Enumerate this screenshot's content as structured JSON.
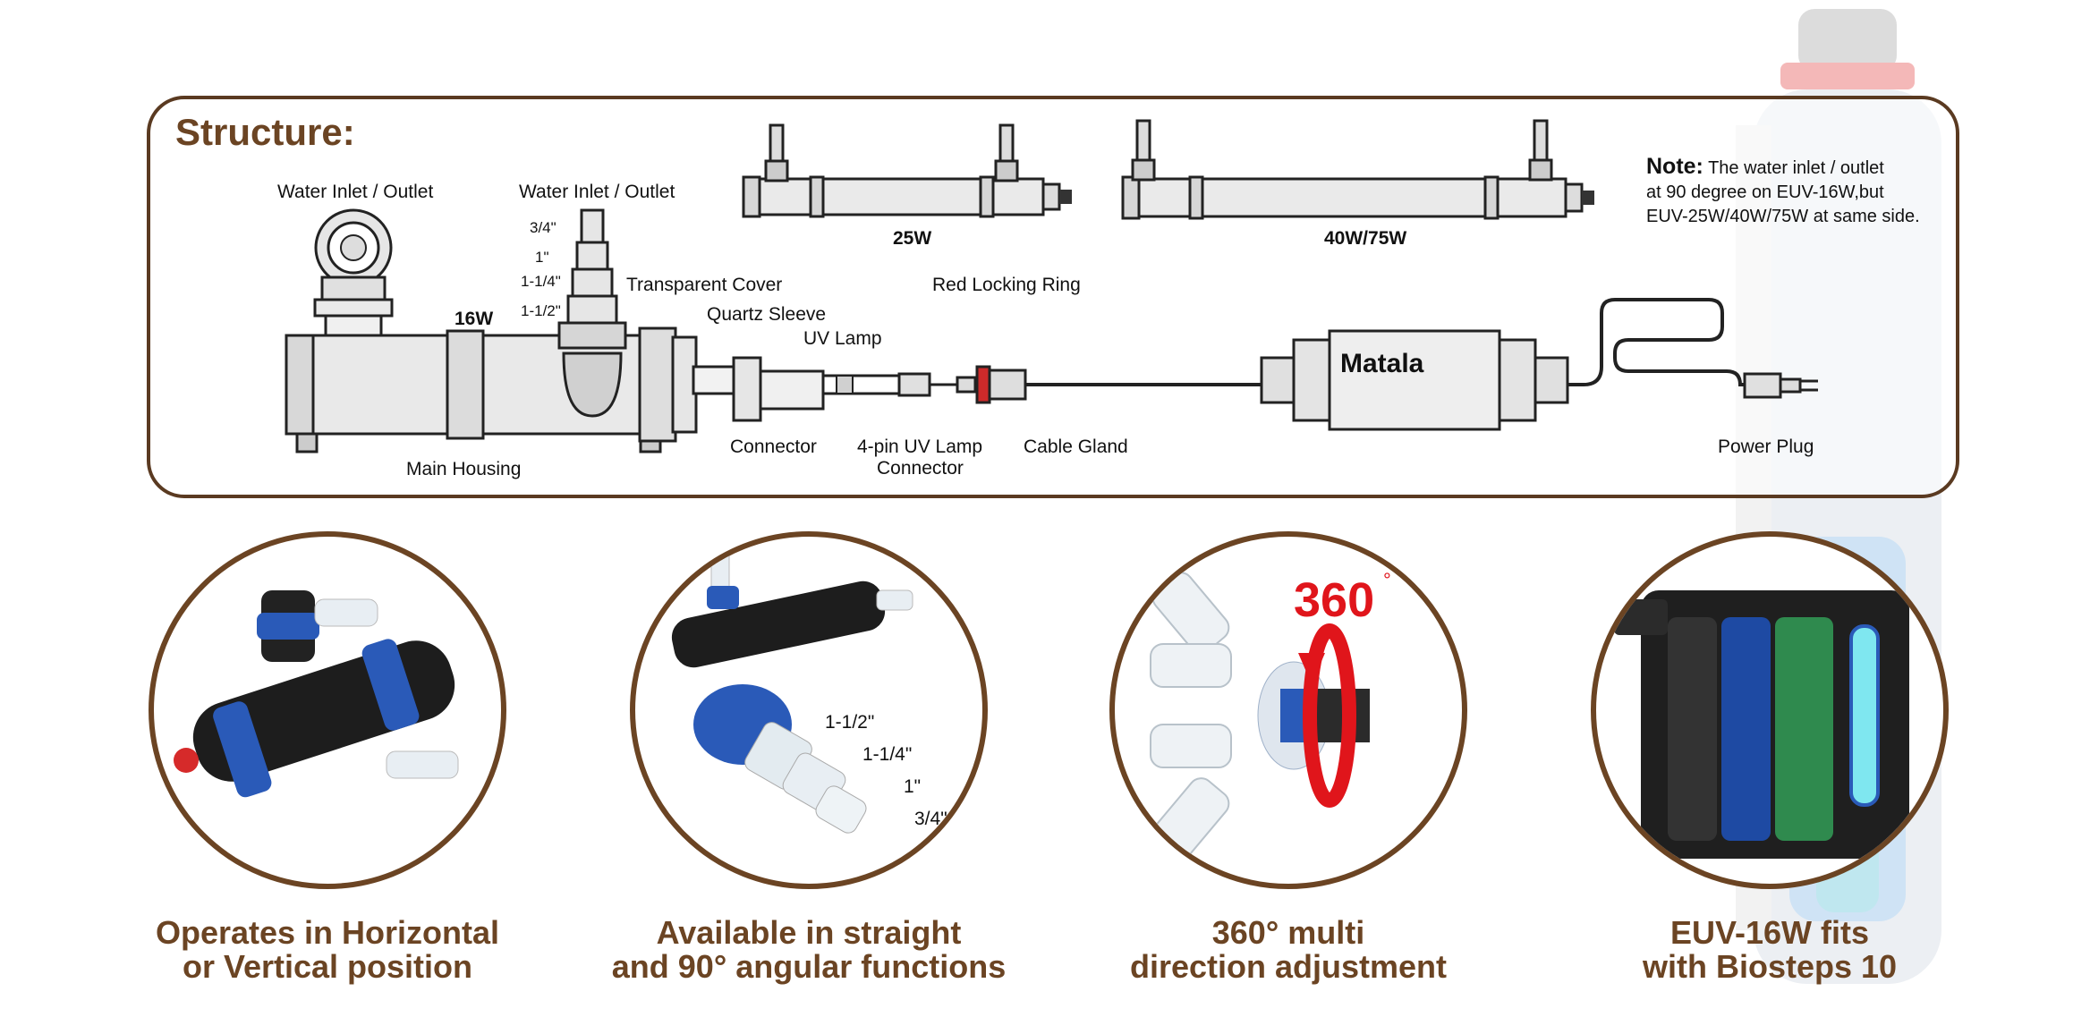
{
  "structure": {
    "title": "Structure:",
    "labels": {
      "inlet_left": "Water Inlet / Outlet",
      "inlet_right": "Water Inlet / Outlet",
      "size_34": "3/4\"",
      "size_1": "1\"",
      "size_114": "1-1/4\"",
      "size_112": "1-1/2\"",
      "model_16w": "16W",
      "transparent_cover": "Transparent Cover",
      "quartz_sleeve": "Quartz Sleeve",
      "uv_lamp": "UV Lamp",
      "red_locking_ring": "Red Locking Ring",
      "connector": "Connector",
      "pin_connector_1": "4-pin UV Lamp",
      "pin_connector_2": "Connector",
      "cable_gland": "Cable Gland",
      "main_housing": "Main Housing",
      "power_plug": "Power Plug",
      "model_25w": "25W",
      "model_40w": "40W/75W",
      "brand": "Matala"
    },
    "note": {
      "heading": "Note:",
      "line1": " The water inlet / outlet",
      "line2": "at 90 degree on EUV-16W,but",
      "line3": "EUV-25W/40W/75W at same side."
    }
  },
  "features": [
    {
      "caption_line1": "Operates in Horizontal",
      "caption_line2": "or Vertical position"
    },
    {
      "caption_line1": "Available in straight",
      "caption_line2": "and 90° angular functions",
      "sizes": [
        "1-1/2\"",
        "1-1/4\"",
        "1\"",
        "3/4\""
      ]
    },
    {
      "caption_line1": "360° multi",
      "caption_line2": "direction adjustment",
      "badge": "360",
      "degree": "°"
    },
    {
      "caption_line1": "EUV-16W fits",
      "caption_line2": "with Biosteps 10"
    }
  ],
  "colors": {
    "accent_brown": "#6b4423",
    "accent_red": "#e0151b",
    "blue_ring": "#2a5ab8",
    "green_sponge": "#2f8a4e"
  }
}
